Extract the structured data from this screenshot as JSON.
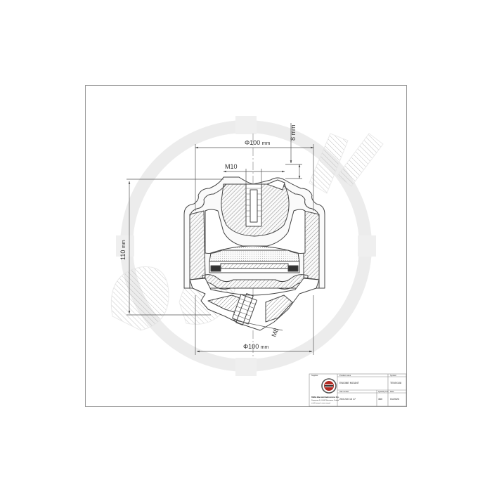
{
  "dimensions": {
    "diameter_top": "Φ100",
    "diameter_top_unit": "mm",
    "diameter_bottom": "Φ100",
    "diameter_bottom_unit": "mm",
    "height": "110",
    "height_unit": "mm",
    "offset": "8",
    "offset_unit": "mm",
    "thread_top": "M10",
    "thread_bottom": "M8"
  },
  "title_block": {
    "company_header": "Supplier",
    "product_header": "Product name",
    "symbol_header": "Symbol",
    "product_name": "ENGINE MOUNT",
    "symbol": "TEMV108",
    "company_name": "SWAG Warsztat Elektroniczne S.A.",
    "company_address_1": "Papryczna 9, 01-969 Warszawa, Poland",
    "company_address_2": "info@swag.pl, www.swag.pl",
    "oe_header": "OE number",
    "qty_header": "Quantity box",
    "date_header": "Date",
    "oe_number": "203 240 13 17",
    "qty": "360",
    "date": "01/2023"
  },
  "colors": {
    "line": "#4a4a4a",
    "hatch": "#8a8a8a",
    "frame": "#9a9a9a",
    "watermark": "#e9e9e9"
  }
}
